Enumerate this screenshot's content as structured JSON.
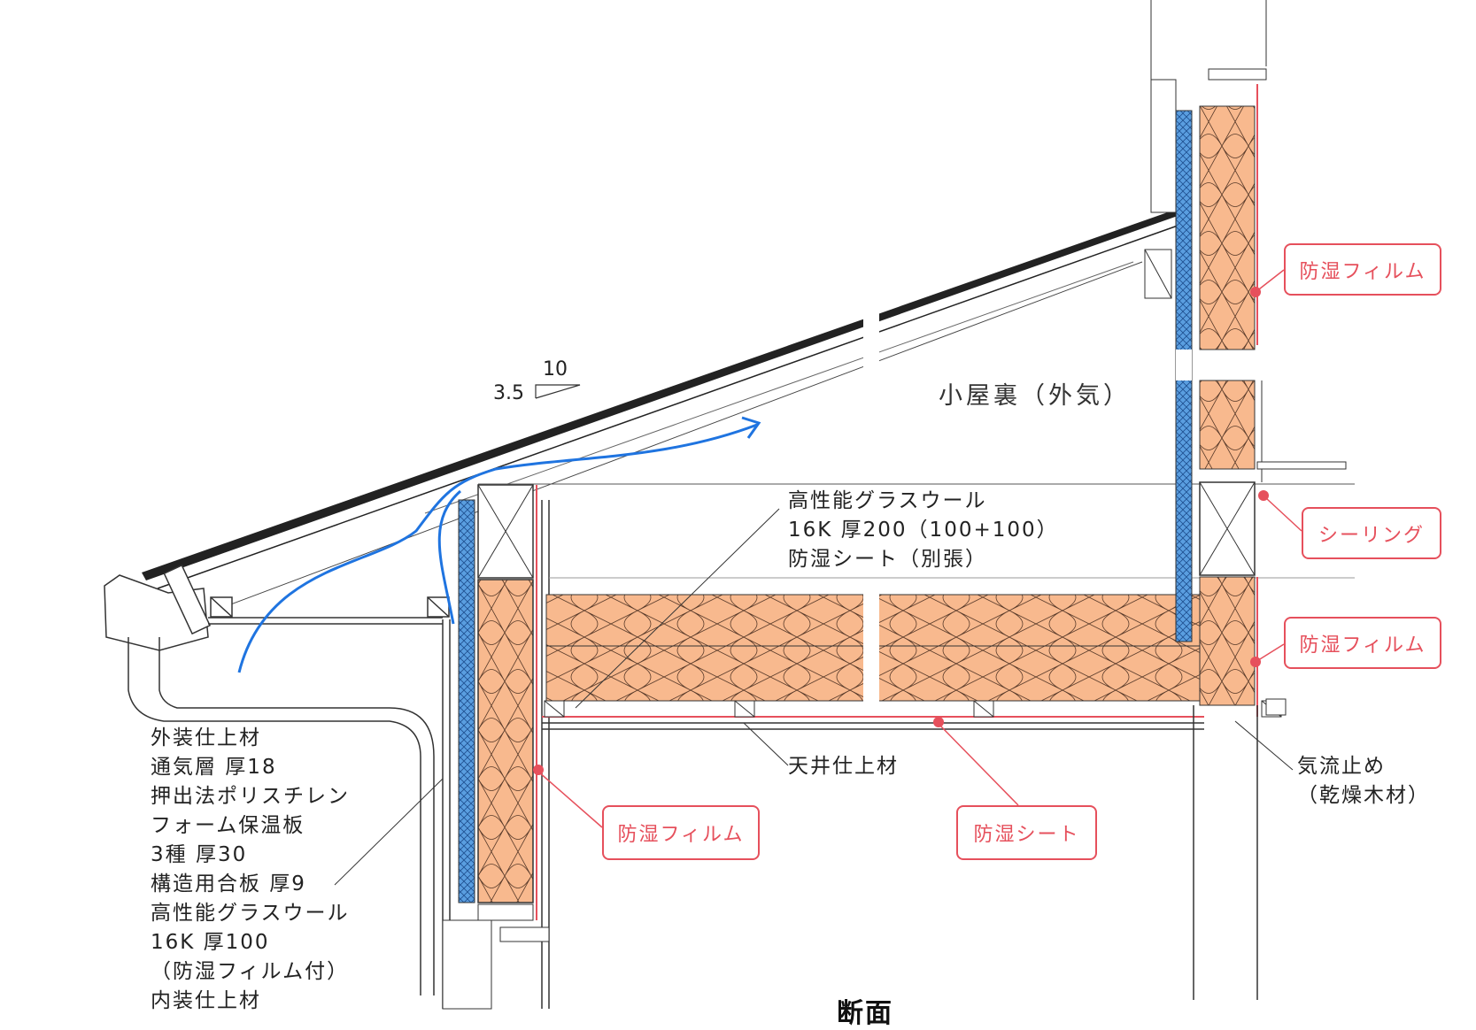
{
  "title": "断面",
  "attic_label": "小屋裏（外気）",
  "slope": {
    "rise": "3.5",
    "run": "10"
  },
  "wall_layers": [
    "外装仕上材",
    "通気層 厚18",
    "押出法ポリスチレン",
    "フォーム保温板",
    "3種 厚30",
    "構造用合板 厚9",
    "高性能グラスウール",
    "16K 厚100",
    "（防湿フィルム付）",
    "内装仕上材"
  ],
  "ceiling_insulation": [
    "高性能グラスウール",
    "16K 厚200（100+100）",
    "防湿シート（別張）"
  ],
  "ceiling_finish": "天井仕上材",
  "airflow_stop": [
    "気流止め",
    "（乾燥木材）"
  ],
  "callouts": {
    "film_top": "防湿フィルム",
    "sealing": "シーリング",
    "film_right": "防湿フィルム",
    "film_wall": "防湿フィルム",
    "sheet": "防湿シート"
  },
  "colors": {
    "insulation": "#f8b98e",
    "eps": "#4c8fd4",
    "accent": "#e6505c",
    "airflow": "#1f74e0"
  }
}
